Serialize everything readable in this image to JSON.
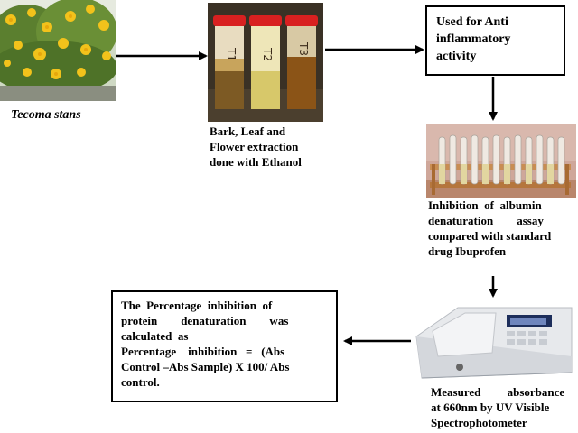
{
  "steps": {
    "plant": {
      "caption": "Tecoma stans"
    },
    "extraction": {
      "caption_lines": [
        "Bark, Leaf and",
        "Flower extraction",
        "done  with Ethanol"
      ]
    },
    "activity": {
      "title_lines": [
        "Used for Anti",
        "inflammatory",
        "activity"
      ]
    },
    "assay": {
      "caption_lines": [
        "Inhibition  of  albumin",
        "denaturation        assay",
        "compared with standard",
        "drug Ibuprofen"
      ]
    },
    "measurement": {
      "caption_lines": [
        "Measured         absorbance",
        "at 660nm by UV Visible",
        "Spectrophotometer"
      ]
    },
    "calculation": {
      "text_lines": [
        "The  Percentage  inhibition  of",
        "protein        denaturation        was",
        "calculated  as",
        "Percentage    inhibition   =   (Abs",
        "Control –Abs Sample) X 100/ Abs",
        "control."
      ]
    }
  },
  "tube_labels": [
    "T1",
    "T2",
    "T3"
  ],
  "colors": {
    "arrow": "#000000",
    "box_border": "#000000",
    "flower": "#f2c21b",
    "tube_cap": "#d82020"
  }
}
